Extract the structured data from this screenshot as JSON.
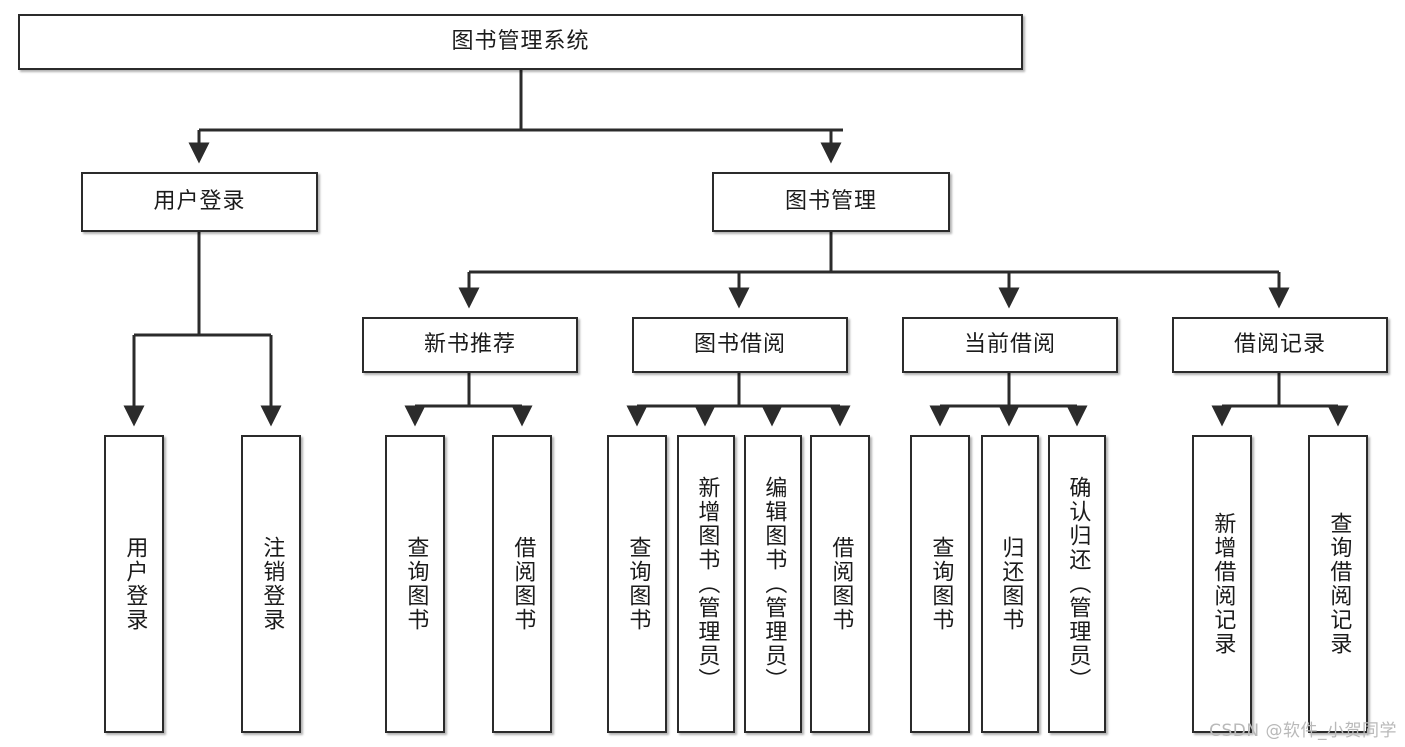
{
  "diagram": {
    "title_node": {
      "label": "图书管理系统"
    },
    "level2": [
      {
        "label": "用户登录"
      },
      {
        "label": "图书管理"
      }
    ],
    "level3": [
      {
        "label": "新书推荐"
      },
      {
        "label": "图书借阅"
      },
      {
        "label": "当前借阅"
      },
      {
        "label": "借阅记录"
      }
    ],
    "leaves": [
      {
        "label": "用户登录",
        "parent": "用户登录"
      },
      {
        "label": "注销登录",
        "parent": "用户登录"
      },
      {
        "label": "查询图书",
        "parent": "新书推荐"
      },
      {
        "label": "借阅图书",
        "parent": "新书推荐"
      },
      {
        "label": "查询图书",
        "parent": "图书借阅"
      },
      {
        "label": "新增图书（管理员）",
        "parent": "图书借阅"
      },
      {
        "label": "编辑图书（管理员）",
        "parent": "图书借阅"
      },
      {
        "label": "借阅图书",
        "parent": "图书借阅"
      },
      {
        "label": "查询图书",
        "parent": "当前借阅"
      },
      {
        "label": "归还图书",
        "parent": "当前借阅"
      },
      {
        "label": "确认归还（管理员）",
        "parent": "当前借阅"
      },
      {
        "label": "新增借阅记录",
        "parent": "借阅记录"
      },
      {
        "label": "查询借阅记录",
        "parent": "借阅记录"
      }
    ],
    "watermark": "CSDN @软件_小贺同学",
    "colors": {
      "border": "#2b2b2b",
      "background": "#ffffff",
      "text": "#1b1b1b",
      "watermark": "#b9b9b9"
    }
  }
}
